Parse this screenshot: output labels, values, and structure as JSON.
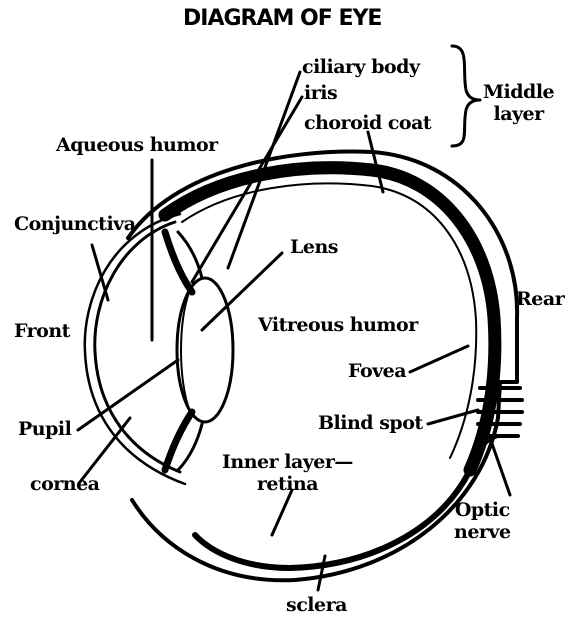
{
  "diagram": {
    "title": "DIAGRAM OF EYE",
    "labels": {
      "ciliary_body": "ciliary body",
      "iris": "iris",
      "choroid_coat": "choroid coat",
      "middle_layer_line1": "Middle",
      "middle_layer_line2": "layer",
      "aqueous_humor": "Aqueous humor",
      "conjunctiva": "Conjunctiva",
      "lens": "Lens",
      "rear": "Rear",
      "front": "Front",
      "vitreous_humor": "Vitreous humor",
      "fovea": "Fovea",
      "blind_spot": "Blind spot",
      "pupil": "Pupil",
      "inner_layer_line1": "Inner layer—",
      "inner_layer_line2": "retina",
      "cornea": "cornea",
      "optic_nerve_line1": "Optic",
      "optic_nerve_line2": "nerve",
      "sclera": "sclera"
    }
  }
}
